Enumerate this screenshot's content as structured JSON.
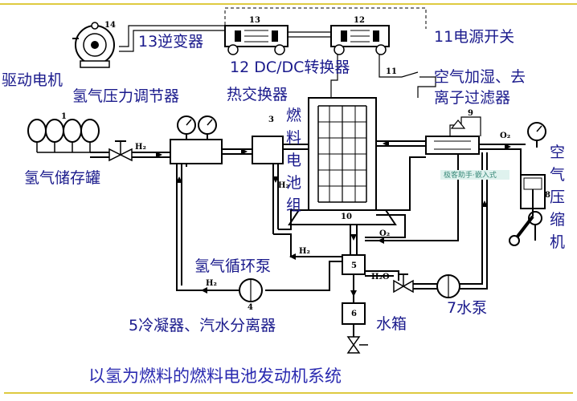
{
  "labels": {
    "motor": "驱动电机",
    "inverter": "13逆变器",
    "power_switch": "11电源开关",
    "dcdc": "12 DC/DC转换器",
    "h2_regulator": "氢气压力调节器",
    "heat_exchanger": "热交换器",
    "air_humidifier_1": "空气加湿、去",
    "air_humidifier_2": "离子过滤器",
    "stack_1": "燃",
    "stack_2": "料",
    "stack_3": "电",
    "stack_4": "池",
    "stack_5": "组",
    "h2_tank": "氢气储存罐",
    "comp_1": "空",
    "comp_2": "气",
    "comp_3": "压",
    "comp_4": "缩",
    "comp_5": "机",
    "h2_pump": "氢气循环泵",
    "water_tank": "水箱",
    "water_pump": "7水泵",
    "condenser": "5冷凝器、汽水分离器"
  },
  "numbers": {
    "n1": "1",
    "n3": "3",
    "n4": "4",
    "n5": "5",
    "n6": "6",
    "n8": "8",
    "n9": "9",
    "n10": "10",
    "n11": "11",
    "n12": "12",
    "n13": "13",
    "n14": "14"
  },
  "chem": {
    "h2_a": "H₂",
    "h2_b": "H₂",
    "h2_c": "H₂",
    "h2_d": "H₂",
    "o2_a": "O₂",
    "o2_b": "O₂",
    "h2o": "H₂O"
  },
  "watermark": "极客助手·嵌入式",
  "caption": "以氢为燃料的燃料电池发动机系统",
  "colors": {
    "label": "#1a1a8c",
    "caption": "#2a2ab0",
    "lines": "#000000",
    "rule": "#d4b800"
  }
}
